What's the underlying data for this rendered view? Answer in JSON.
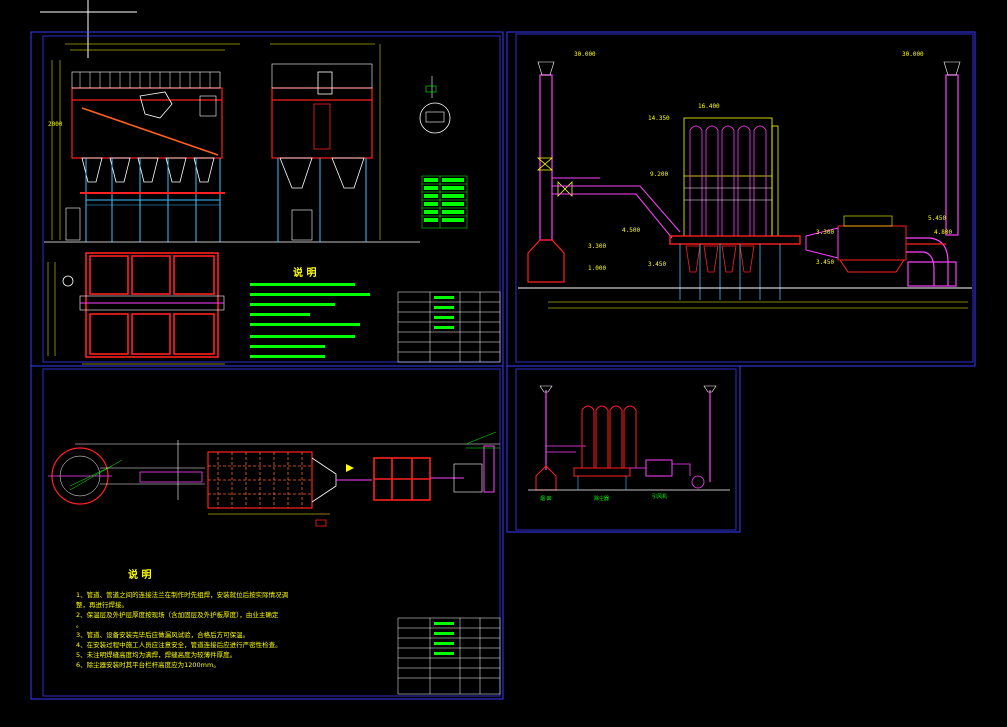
{
  "colors": {
    "background": "#000000",
    "frame": "#3a3aff",
    "structure_red": "#ff2020",
    "pipe_magenta": "#ff40ff",
    "support_cyan": "#40c0ff",
    "text_yellow": "#ffff00",
    "table_green": "#00ff00",
    "line_white": "#ffffff"
  },
  "panel_top_left": {
    "notes_title": "说 明"
  },
  "panel_top_right": {
    "elevations": [
      "30.000",
      "30.000",
      "16.400",
      "14.350",
      "9.200",
      "4.500",
      "3.300",
      "1.000",
      "3.450",
      "5.450",
      "3.300",
      "4.800",
      "3.450"
    ]
  },
  "panel_bottom_left": {
    "notes_title": "说 明",
    "notes": [
      "1、管道、管道之间的连接法兰在制作时先组焊，安装就位后按实际情况调",
      "   整，再进行焊接。",
      "2、保温层及外护层厚度按现场（含加固层及外护板厚度），由业主确定",
      "   。",
      "3、管道、设备安装完毕后应做漏风试验，合格后方可保温。",
      "4、在安装过程中施工人员应注意安全，管道连接后应进行严密性检查。",
      "5、未注明焊缝高度均为满焊，焊缝高度为较薄件厚度。",
      "6、除尘器安装时其平台栏杆高度应为1200mm。"
    ]
  },
  "panel_bottom_mid": {
    "labels": [
      "烟 囱",
      "除尘器",
      "引风机"
    ]
  }
}
